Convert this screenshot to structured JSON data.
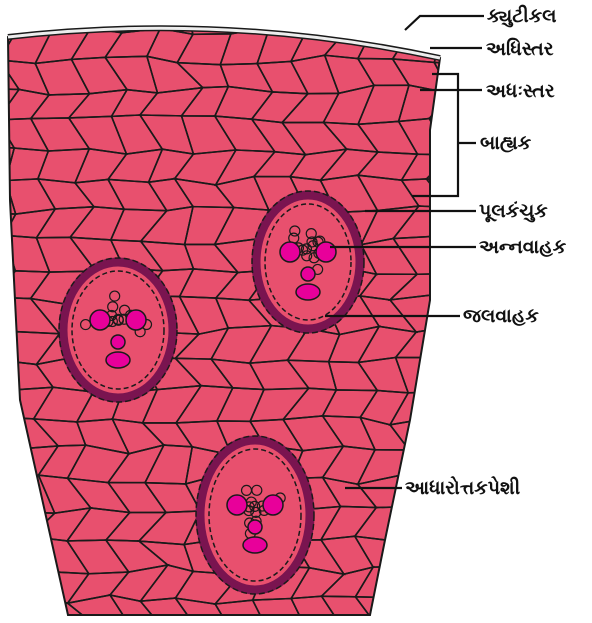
{
  "labels": {
    "cuticle": "ક્યુટીકલ",
    "epidermis": "અધિસ્તર",
    "hypodermis": "અધઃસ્તર",
    "cortex": "બાહ્યક",
    "bundle_sheath": "પૂલકંચુક",
    "phloem": "અન્નવાહક",
    "xylem": "જલવાહક",
    "ground_tissue": "આધારોત્તકપેશી"
  },
  "colors": {
    "tissue": "#e8506e",
    "cell_wall": "#1a1a1a",
    "sheath": "#7a1450",
    "phloem_cells": "#a01e6a",
    "xylem_vessel": "#e8009a",
    "cuticle": "#ededed"
  }
}
